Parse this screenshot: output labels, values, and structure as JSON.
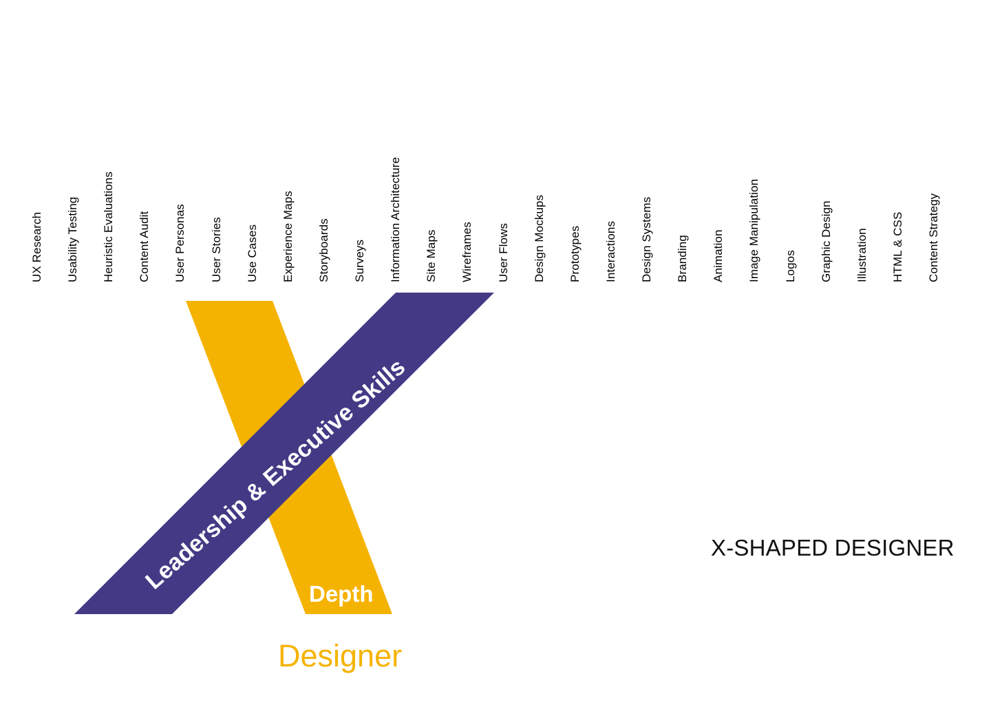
{
  "title": "X-SHAPED DESIGNER",
  "colors": {
    "breadth_band": "#433A85",
    "depth_band": "#F5B301",
    "label_text": "#000000",
    "caption_text": "#FFFFFF",
    "background": "#FFFFFF"
  },
  "skills_axis": {
    "labels": [
      "UX Research",
      "Usability Testing",
      "Heuristic Evaluations",
      "Content Audit",
      "User Personas",
      "User Stories",
      "Use Cases",
      "Experience Maps",
      "Storyboards",
      "Surveys",
      "Information Architecture",
      "Site Maps",
      "Wireframes",
      "User Flows",
      "Design Mockups",
      "Prototypes",
      "Interactions",
      "Design Systems",
      "Branding",
      "Animation",
      "Image Manipulation",
      "Logos",
      "Graphic Design",
      "Illustration",
      "HTML & CSS",
      "Content Strategy"
    ]
  },
  "bands": {
    "breadth": {
      "caption": "Leadership & Executive Skills",
      "color": "#433A85",
      "direction": "top-right-to-bottom-left"
    },
    "depth": {
      "caption": "Depth",
      "color": "#F5B301",
      "direction": "top-left-to-bottom-right"
    }
  },
  "axis_caption": "Designer"
}
